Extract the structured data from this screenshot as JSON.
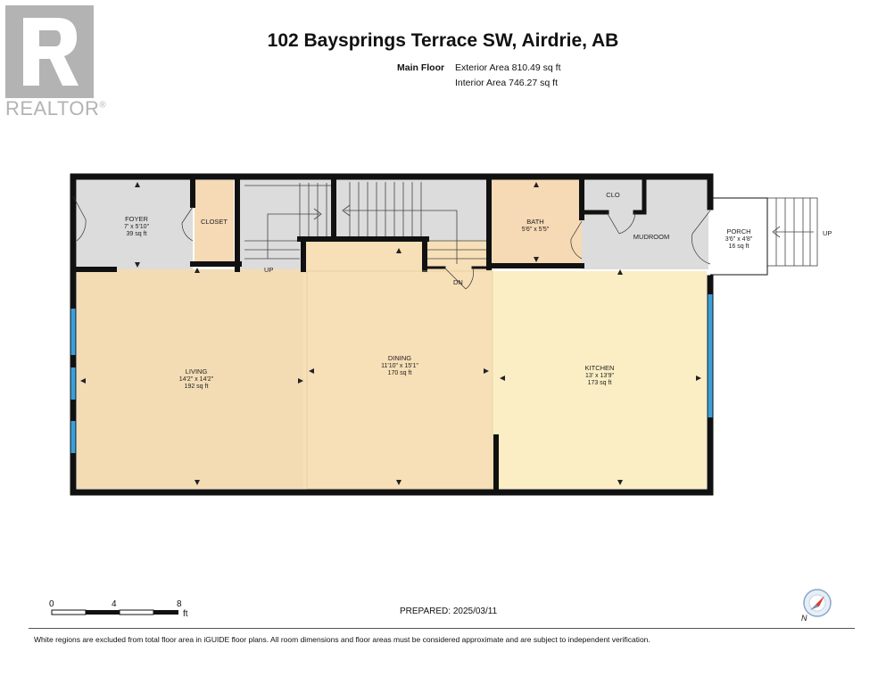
{
  "brand": {
    "logo_text": "REALTOR",
    "registered_mark": "®"
  },
  "header": {
    "title": "102 Baysprings Terrace SW, Airdrie, AB",
    "floor_label": "Main Floor",
    "exterior_area": "Exterior Area 810.49 sq ft",
    "interior_area": "Interior Area 746.27 sq ft"
  },
  "rooms": {
    "foyer": {
      "name": "FOYER",
      "dims": "7' x 5'10\"",
      "area": "39 sq ft"
    },
    "closet": {
      "name": "CLOSET"
    },
    "bath": {
      "name": "BATH",
      "dims": "5'6\" x 5'5\""
    },
    "clo": {
      "name": "CLO"
    },
    "mudroom": {
      "name": "MUDROOM"
    },
    "porch": {
      "name": "PORCH",
      "dims": "3'6\" x 4'8\"",
      "area": "16 sq ft"
    },
    "living": {
      "name": "LIVING",
      "dims": "14'2\" x 14'2\"",
      "area": "192 sq ft"
    },
    "dining": {
      "name": "DINING",
      "dims": "11'10\" x 15'1\"",
      "area": "170 sq ft"
    },
    "kitchen": {
      "name": "KITCHEN",
      "dims": "13' x 13'9\"",
      "area": "173 sq ft"
    }
  },
  "stairs": {
    "up_label": "UP",
    "down_label": "DN",
    "porch_up_label": "UP"
  },
  "scale": {
    "ticks": [
      "0",
      "4",
      "8"
    ],
    "unit": "ft"
  },
  "compass": {
    "north_label": "N"
  },
  "prepared": "PREPARED: 2025/03/11",
  "footer": "White regions are excluded from total floor area in iGUIDE floor plans. All room dimensions and floor areas must be considered approximate and are subject to independent verification.",
  "colors": {
    "wall": "#111111",
    "hall_gray": "#dcdcdc",
    "living_fill": "#f3dcb4",
    "dining_fill": "#f7dfb7",
    "kitchen_fill": "#fbeec4",
    "bath_fill": "#f6d9b5",
    "window": "#3aa0d8",
    "logo_gray": "#b3b3b3"
  }
}
